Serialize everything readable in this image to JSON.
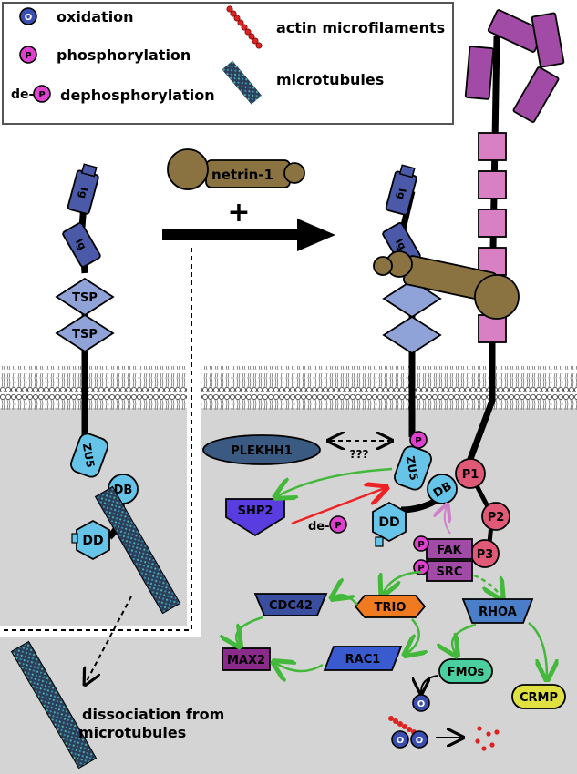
{
  "legend": {
    "oxidation": {
      "glyph": "O",
      "label": "oxidation"
    },
    "phosphorylation": {
      "glyph": "P",
      "label": "phosphorylation"
    },
    "dephosphorylation": {
      "prefix": "de-",
      "glyph": "P",
      "label": "dephosphorylation"
    },
    "actin": {
      "label": "actin microfilaments"
    },
    "microtubules": {
      "label": "microtubules"
    }
  },
  "netrin": {
    "label": "netrin-1",
    "plus": "+"
  },
  "left_receptor": {
    "ig1": "Ig",
    "ig2": "Ig",
    "tsp1": "TSP",
    "tsp2": "TSP",
    "zu5": "ZU5",
    "db": "DB",
    "dd": "DD",
    "caption_line1": "dissociation from",
    "caption_line2": "microtubules"
  },
  "right_receptor": {
    "ig1": "Ig",
    "ig2": "Ig",
    "zu5": "ZU5",
    "db": "DB",
    "dd": "DD",
    "phospho": "P",
    "p1": "P1",
    "p2": "P2",
    "p3": "P3"
  },
  "pathway": {
    "plekhh1": "PLEKHH1",
    "unknown": "???",
    "shp2": "SHP2",
    "de_prefix": "de-",
    "de_glyph": "P",
    "fak": "FAK",
    "src": "SRC",
    "fak_p": "P",
    "src_p": "P",
    "cdc42": "CDC42",
    "trio": "TRIO",
    "rhoa": "RHOA",
    "max2": "MAX2",
    "rac1": "RAC1",
    "fmos": "FMOs",
    "crmp": "CRMP",
    "ox1": "O",
    "ox2": "O",
    "ox3": "O"
  },
  "colors": {
    "oxidation": "#3a4db0",
    "phospho": "#e040d0",
    "receptor_dark": "#4a5aa8",
    "tsp": "#8fa3d8",
    "zu5_db": "#66c4e8",
    "netrin": "#8a7340",
    "ptp": "#e05a78",
    "dcc_purple": "#a14aa6",
    "dcc_pink": "#d97fc4",
    "cell": "#d4d4d4",
    "green_arrow": "#44b83a",
    "red_arrow": "#ee2222",
    "trio": "#f07a20",
    "shp2": "#5a3de0",
    "cdc42": "#3a4ea0",
    "max2": "#8a2a8a",
    "rac1": "#3a5bd0",
    "rhoa": "#4a7ec8",
    "fmos": "#4ad0a0",
    "crmp": "#e0e040"
  }
}
